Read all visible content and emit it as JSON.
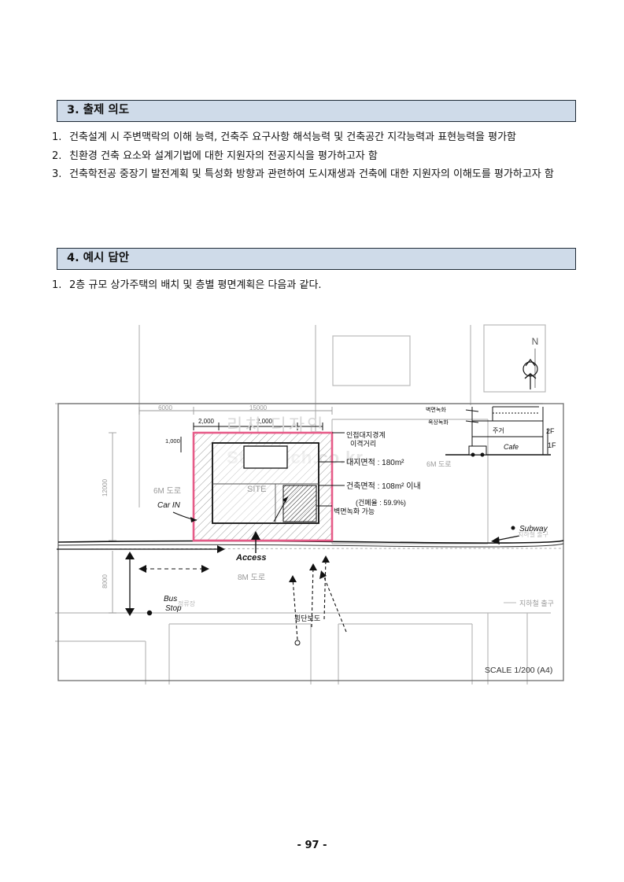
{
  "section3": {
    "title": "3. 출제 의도",
    "items": [
      {
        "num": "1.",
        "text": "건축설계 시 주변맥락의 이해 능력, 건축주 요구사항 해석능력 및 건축공간 지각능력과 표현능력을 평가함"
      },
      {
        "num": "2.",
        "text": "친환경 건축 요소와 설계기법에 대한 지원자의 전공지식을 평가하고자 함"
      },
      {
        "num": "3.",
        "text": "건축학전공 중장기 발전계획 및 특성화 방향과 관련하여 도시재생과 건축에 대한 지원자의 이해도를 평가하고자 함"
      }
    ]
  },
  "section4": {
    "title": "4. 예시 답안",
    "items": [
      {
        "num": "1.",
        "text": "2층 규모 상가주택의 배치 및 층별 평면계획은 다음과 같다."
      }
    ]
  },
  "drawing": {
    "dims": {
      "d6000": "6000",
      "d15000": "15000",
      "d12000": "12000",
      "d8000": "8000",
      "hw2000a": "2,000",
      "hw2000b": "2,000",
      "hw1000": "1,000"
    },
    "labels": {
      "north": "N",
      "road6m": "6M 도로",
      "road6m_right": "6M 도로",
      "road8m": "8M 도로",
      "site": "SITE",
      "bus_stop_print": "정류장",
      "subway_print": "지하철 출구",
      "subway_print2": "지하철 출구",
      "scale": "SCALE 1/200 (A4)"
    },
    "notes": {
      "setback1": "인접대지경계",
      "setback2": "이격거리",
      "site_area": "대지면적 : 180m²",
      "building_area": "건축면적 : 108m² 이내",
      "coverage": "(건폐율 : 59.9%)",
      "rooftop": "벽면녹화 가능",
      "car_in": "Car IN",
      "access": "Access",
      "bus": "Bus",
      "stop": "Stop",
      "crosswalk": "횡단보도",
      "subway": "Subway",
      "sec_green": "벽면녹화",
      "sec_roof": "옥상녹화",
      "sec_house": "주거",
      "sec_cafe": "Cafe",
      "sec_2f": "2F",
      "sec_1f": "1F"
    },
    "watermark": {
      "line1": "리치 디자인",
      "line2": "StyleRich.co.kr"
    }
  },
  "page_number": "- 97 -"
}
